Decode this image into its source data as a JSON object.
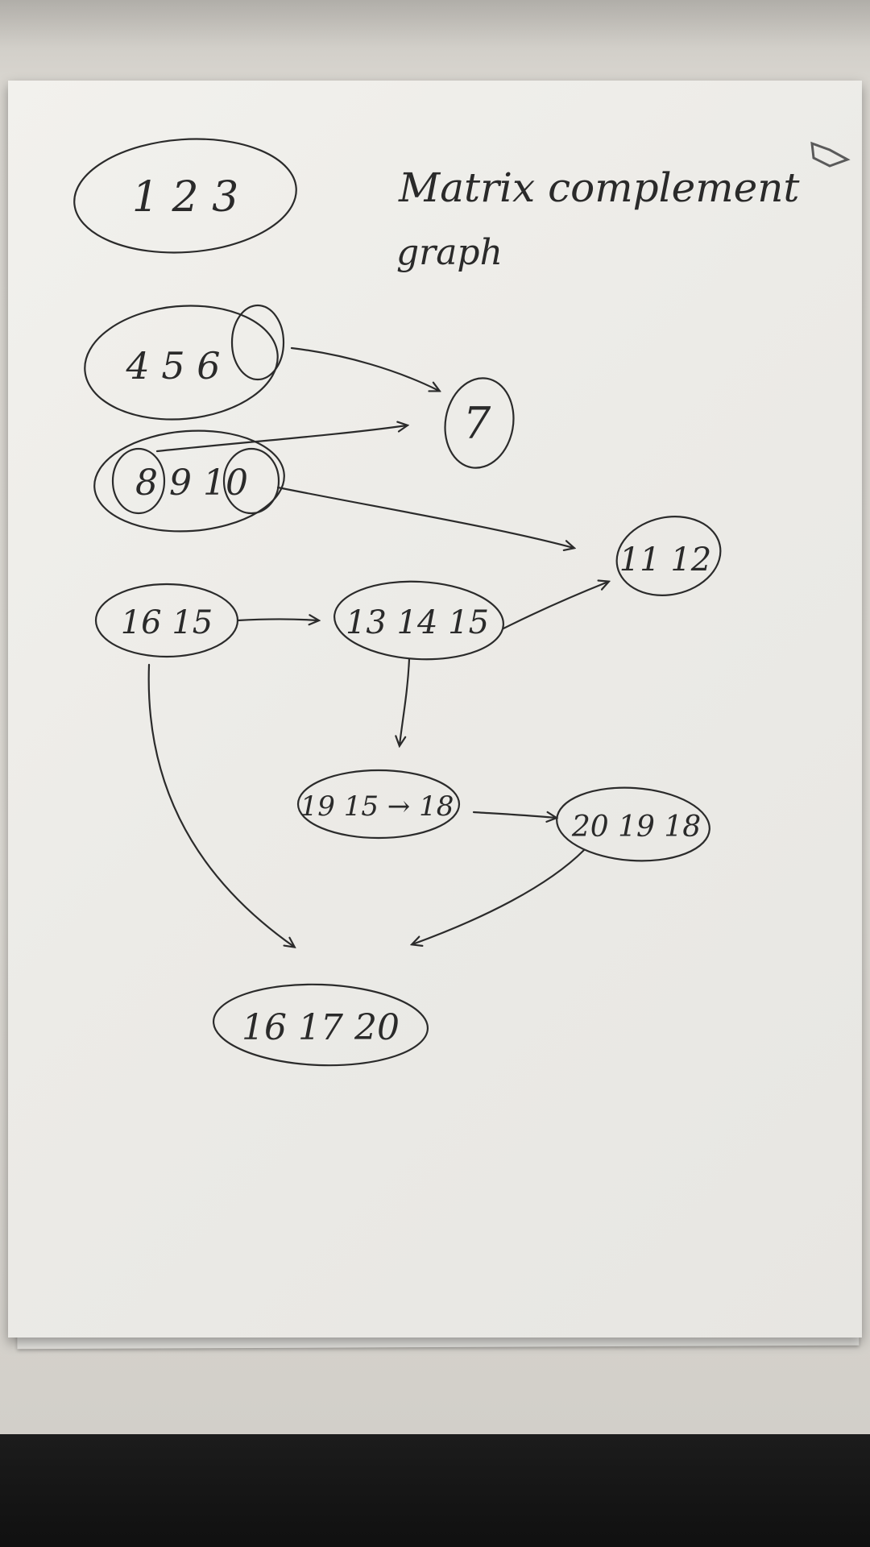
{
  "diagram": {
    "title_line1": "Matrix complement",
    "title_line2": "graph",
    "nodes": [
      {
        "id": "n123",
        "label": "1 2 3"
      },
      {
        "id": "n456",
        "label": "4 5 6"
      },
      {
        "id": "n7",
        "label": "7"
      },
      {
        "id": "n8910",
        "label": "8 9 10"
      },
      {
        "id": "n1112",
        "label": "11 12"
      },
      {
        "id": "n1615",
        "label": "16 15"
      },
      {
        "id": "n131415",
        "label": "13 14 15"
      },
      {
        "id": "n1915_18",
        "label": "19 15 → 18"
      },
      {
        "id": "n201918",
        "label": "20 19 18"
      },
      {
        "id": "n161720",
        "label": "16 17 20"
      }
    ],
    "edges": [
      {
        "from": "n456",
        "to": "n7"
      },
      {
        "from": "n8910",
        "to": "n7"
      },
      {
        "from": "n8910",
        "to": "n1112"
      },
      {
        "from": "n1615",
        "to": "n131415"
      },
      {
        "from": "n131415",
        "to": "n1112"
      },
      {
        "from": "n131415",
        "to": "n1915_18"
      },
      {
        "from": "n1915_18",
        "to": "n201918"
      },
      {
        "from": "n1615",
        "to": "n161720"
      },
      {
        "from": "n201918",
        "to": "n161720"
      }
    ],
    "ink_color": "#2b2b2b"
  }
}
